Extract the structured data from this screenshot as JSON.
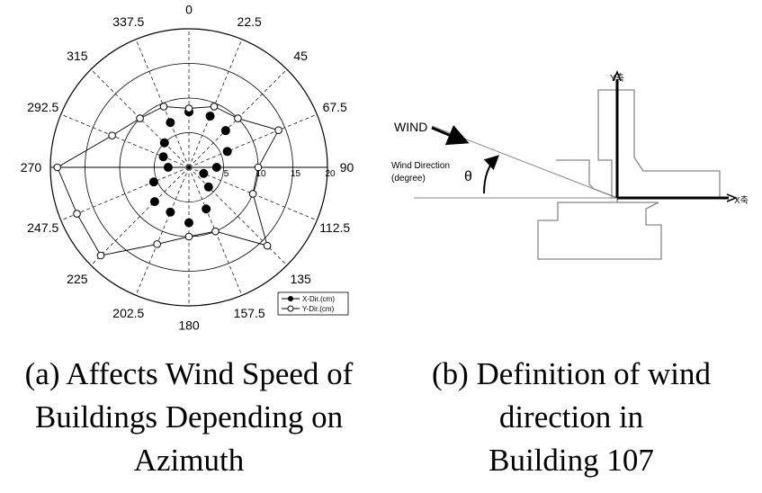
{
  "chart_data": {
    "type": "polar",
    "angle_labels": [
      "0",
      "22.5",
      "45",
      "67.5",
      "90",
      "112.5",
      "135",
      "157.5",
      "180",
      "202.5",
      "225",
      "247.5",
      "270",
      "292.5",
      "315",
      "337.5"
    ],
    "radial_ticks": [
      "5",
      "10",
      "15",
      "20"
    ],
    "radial_range": [
      0,
      20
    ],
    "grid": true,
    "legend_position": "bottom-right",
    "series": [
      {
        "name": "X-Dir.(cm)",
        "marker": "filled-circle",
        "color": "#000000",
        "angles": [
          0,
          22.5,
          45,
          67.5,
          90,
          112.5,
          135,
          157.5,
          180,
          202.5,
          225,
          247.5,
          270,
          292.5,
          315,
          337.5
        ],
        "values": [
          8,
          8,
          7.5,
          6,
          4,
          2.3,
          4,
          6.5,
          8,
          7,
          7,
          5.5,
          3,
          4,
          5,
          7
        ]
      },
      {
        "name": "Y-Dir.(cm)",
        "marker": "open-circle",
        "color": "#000000",
        "angles": [
          0,
          22.5,
          45,
          67.5,
          90,
          112.5,
          135,
          157.5,
          180,
          202.5,
          225,
          247.5,
          270,
          292.5,
          315,
          337.5
        ],
        "values": [
          8.5,
          9.5,
          10,
          14,
          10,
          10,
          16,
          10,
          10,
          12,
          18,
          17.5,
          19,
          12,
          10,
          9.5
        ]
      }
    ]
  },
  "diagram": {
    "y_axis_label": "Y축",
    "x_axis_label": "X축",
    "wind_label": "WIND",
    "wind_direction_label_1": "Wind Direction",
    "wind_direction_label_2": "(degree)",
    "theta_label": "θ"
  },
  "captions": {
    "a": [
      "(a) Affects Wind Speed of",
      "Buildings Depending on",
      "Azimuth"
    ],
    "b": [
      "(b) Definition of wind",
      "direction in",
      "Building 107"
    ]
  }
}
